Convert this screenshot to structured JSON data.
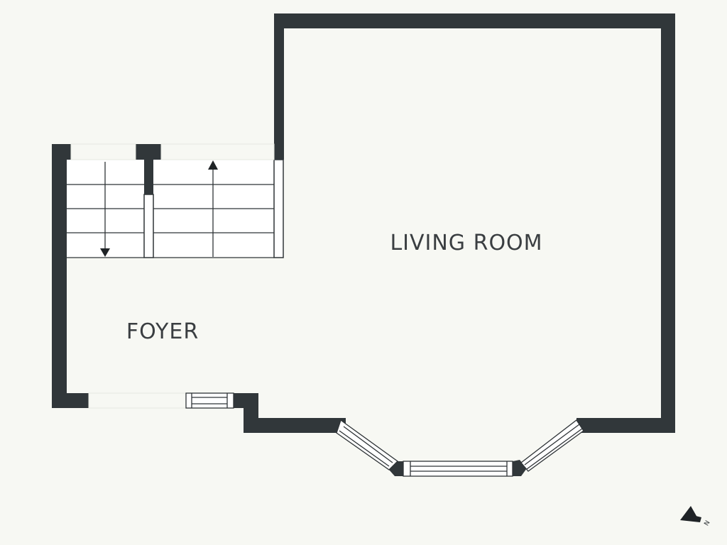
{
  "floor_plan": {
    "rooms": [
      {
        "id": "living_room",
        "label": "LIVING ROOM"
      },
      {
        "id": "foyer",
        "label": "FOYER"
      }
    ],
    "stairs": [
      {
        "id": "stair_down",
        "direction": "down"
      },
      {
        "id": "stair_up",
        "direction": "up"
      }
    ],
    "compass": {
      "letter": "N"
    }
  },
  "colors": {
    "background": "#f7f8f3",
    "wall": "#31373a",
    "floor": "#f7f8f3",
    "stair_fill": "#ffffff",
    "line": "#2f3437"
  }
}
